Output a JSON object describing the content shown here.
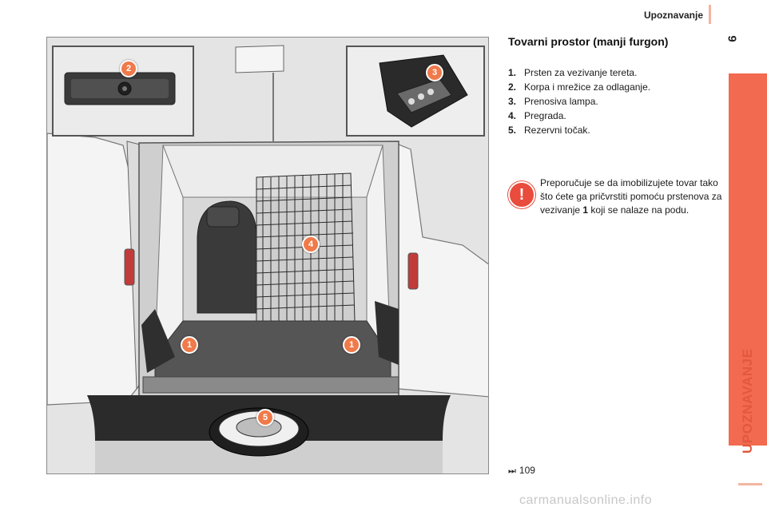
{
  "header": {
    "title": "Upoznavanje",
    "page_number": "9"
  },
  "side_tab": {
    "label": "UPOZNAVANJE",
    "color": "#f26a4f"
  },
  "section": {
    "title": "Tovarni prostor (manji furgon)"
  },
  "legend": [
    {
      "num": "1.",
      "text": "Prsten za vezivanje tereta."
    },
    {
      "num": "2.",
      "text": "Korpa i mrežice za odlaganje."
    },
    {
      "num": "3.",
      "text": "Prenosiva lampa."
    },
    {
      "num": "4.",
      "text": "Pregrada."
    },
    {
      "num": "5.",
      "text": "Rezervni točak."
    }
  ],
  "warning": {
    "icon": "exclamation-icon",
    "text_before": "Preporučuje se da imobilizujete tovar tako što ćete ga pričvrstiti pomoću prstenova za vezivanje ",
    "ref_bold": "1",
    "text_after": " koji se nalaze na podu."
  },
  "page_ref": {
    "icon": "double-arrow-icon",
    "glyph": "⏭",
    "page": "109"
  },
  "markers": {
    "m1a": "1",
    "m1b": "1",
    "m2": "2",
    "m3": "3",
    "m4": "4",
    "m5": "5"
  },
  "watermark": "carmanualsonline.info",
  "colors": {
    "accent": "#f26a4f",
    "marker": "#f07a4a",
    "warning": "#e94c3c"
  }
}
